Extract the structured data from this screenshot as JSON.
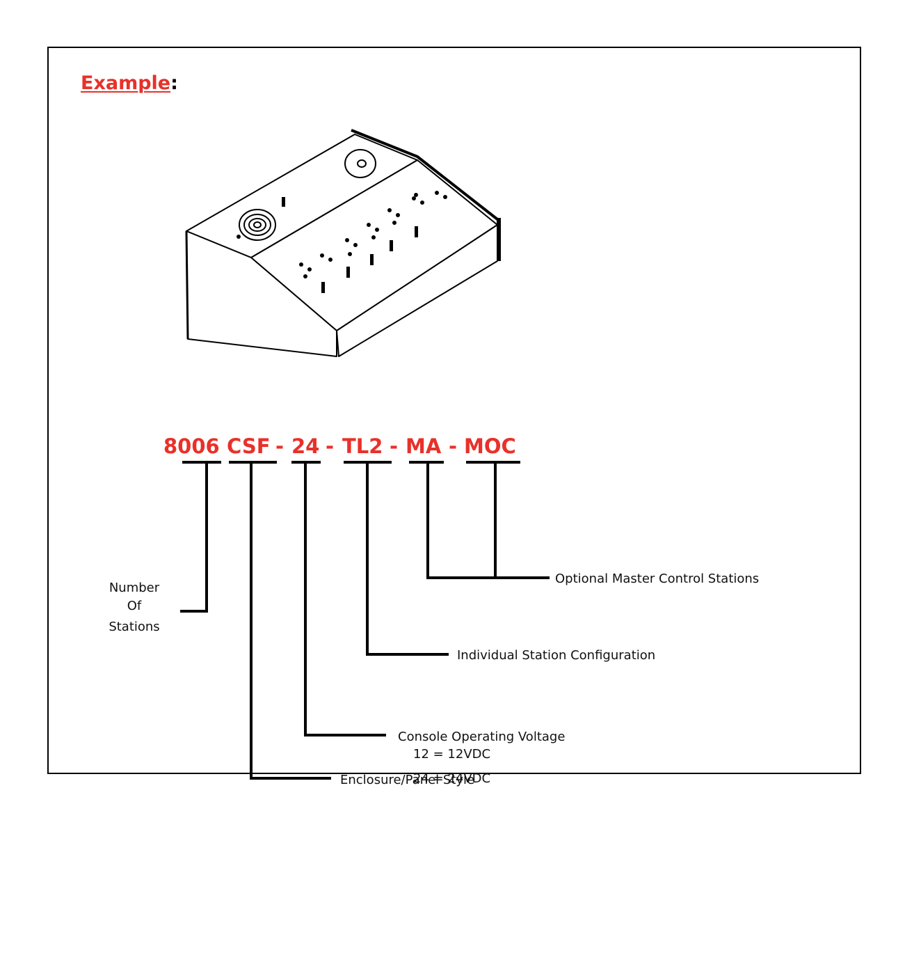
{
  "heading": {
    "word": "Example",
    "colon": ":"
  },
  "part_number": {
    "segments": [
      "8006",
      "CSF",
      "24",
      "TL2",
      "MA",
      "MOC"
    ],
    "separators": [
      "-",
      "-",
      "-",
      "-"
    ]
  },
  "descriptions": {
    "stations": [
      "Number",
      "Of",
      "Stations"
    ],
    "enclosure": "Enclosure/Panel Style",
    "voltage": [
      "Console Operating Voltage",
      "12 = 12VDC",
      "24 = 24VDC"
    ],
    "configuration": "Individual Station Configuration",
    "master": "Optional Master Control Stations"
  },
  "colors": {
    "accent": "#e8312a",
    "line": "#000000"
  }
}
